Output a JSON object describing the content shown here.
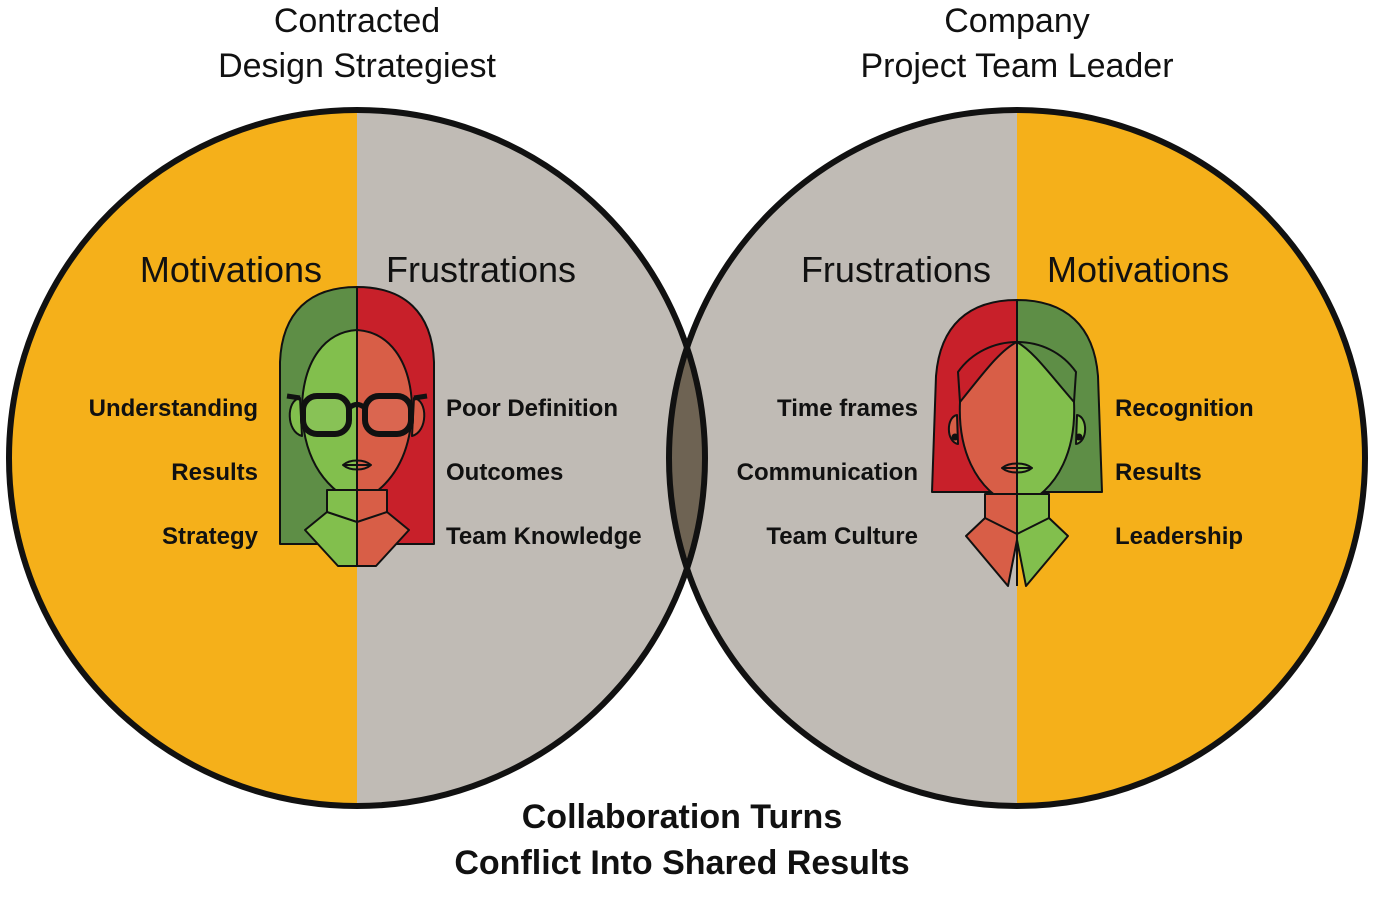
{
  "diagram": {
    "left": {
      "title_line1": "Contracted",
      "title_line2": "Design Strategiest",
      "motivations": {
        "heading": "Motivations",
        "items": [
          "Understanding",
          "Results",
          "Strategy"
        ]
      },
      "frustrations": {
        "heading": "Frustrations",
        "items": [
          "Poor Definition",
          "Outcomes",
          "Team Knowledge"
        ]
      }
    },
    "right": {
      "title_line1": "Company",
      "title_line2": "Project Team Leader",
      "frustrations": {
        "heading": "Frustrations",
        "items": [
          "Time frames",
          "Communication",
          "Team Culture"
        ]
      },
      "motivations": {
        "heading": "Motivations",
        "items": [
          "Recognition",
          "Results",
          "Leadership"
        ]
      }
    },
    "caption_line1": "Collaboration Turns",
    "caption_line2": "Conflict Into Shared Results"
  },
  "colors": {
    "motivation": "#F5B01A",
    "frustration": "#C0BBB5",
    "overlap": "#6E6353",
    "outline": "#111111",
    "green_dark": "#5E8E46",
    "green_light": "#82BF4D",
    "red_dark": "#C8202A",
    "red_light": "#D85E47"
  }
}
